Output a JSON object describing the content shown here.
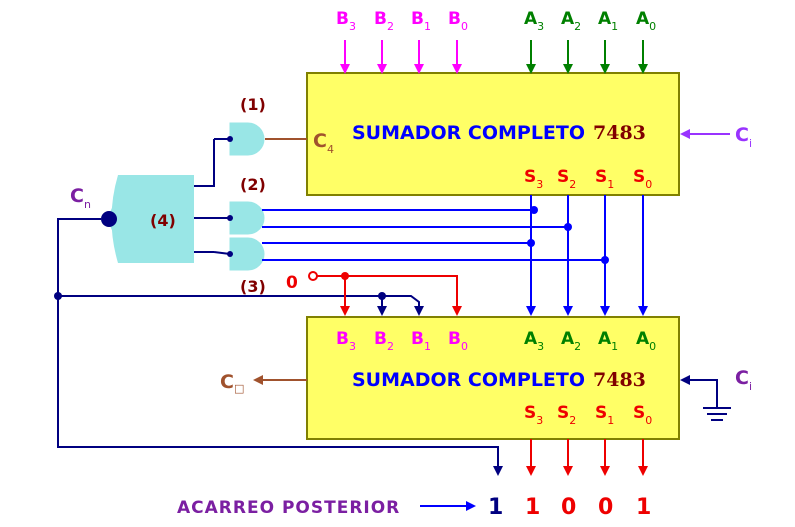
{
  "colors": {
    "magenta": "#ff00ff",
    "green": "#008000",
    "red": "#ee0000",
    "navy": "#000080",
    "blue": "#0000ff",
    "dark_red": "#800000",
    "brown": "#a0522d",
    "purple": "#9933ff",
    "violet": "#7b1fa2",
    "box_fill": "#ffff66",
    "gate_fill": "#99e6e6",
    "black": "#000000"
  },
  "top_adder": {
    "title": "SUMADOR COMPLETO",
    "chip": "7483",
    "b_inputs": [
      {
        "base": "B",
        "sub": "3"
      },
      {
        "base": "B",
        "sub": "2"
      },
      {
        "base": "B",
        "sub": "1"
      },
      {
        "base": "B",
        "sub": "0"
      }
    ],
    "a_inputs": [
      {
        "base": "A",
        "sub": "3"
      },
      {
        "base": "A",
        "sub": "2"
      },
      {
        "base": "A",
        "sub": "1"
      },
      {
        "base": "A",
        "sub": "0"
      }
    ],
    "s_outputs": [
      {
        "base": "S",
        "sub": "3"
      },
      {
        "base": "S",
        "sub": "2"
      },
      {
        "base": "S",
        "sub": "1"
      },
      {
        "base": "S",
        "sub": "0"
      }
    ],
    "carry_out": {
      "base": "C",
      "sub": "4"
    },
    "carry_in": {
      "base": "C",
      "sub": "i"
    }
  },
  "bottom_adder": {
    "title": "SUMADOR COMPLETO",
    "chip": "7483",
    "b_inputs": [
      {
        "base": "B",
        "sub": "3"
      },
      {
        "base": "B",
        "sub": "2"
      },
      {
        "base": "B",
        "sub": "1"
      },
      {
        "base": "B",
        "sub": "0"
      }
    ],
    "a_inputs": [
      {
        "base": "A",
        "sub": "3"
      },
      {
        "base": "A",
        "sub": "2"
      },
      {
        "base": "A",
        "sub": "1"
      },
      {
        "base": "A",
        "sub": "0"
      }
    ],
    "s_outputs": [
      {
        "base": "S",
        "sub": "3"
      },
      {
        "base": "S",
        "sub": "2"
      },
      {
        "base": "S",
        "sub": "1"
      },
      {
        "base": "S",
        "sub": "0"
      }
    ],
    "carry_out": {
      "base": "C",
      "sub": "□"
    },
    "carry_in": {
      "base": "C",
      "sub": "i"
    }
  },
  "gates": {
    "gate1": "(1)",
    "gate2": "(2)",
    "gate3": "(3)",
    "gate4": "(4)",
    "cn": {
      "base": "C",
      "sub": "n"
    }
  },
  "zero_input": "0",
  "footer": {
    "label": "ACARREO POSTERIOR",
    "carry_digit": "1",
    "digits": [
      "1",
      "0",
      "0",
      "1"
    ]
  }
}
